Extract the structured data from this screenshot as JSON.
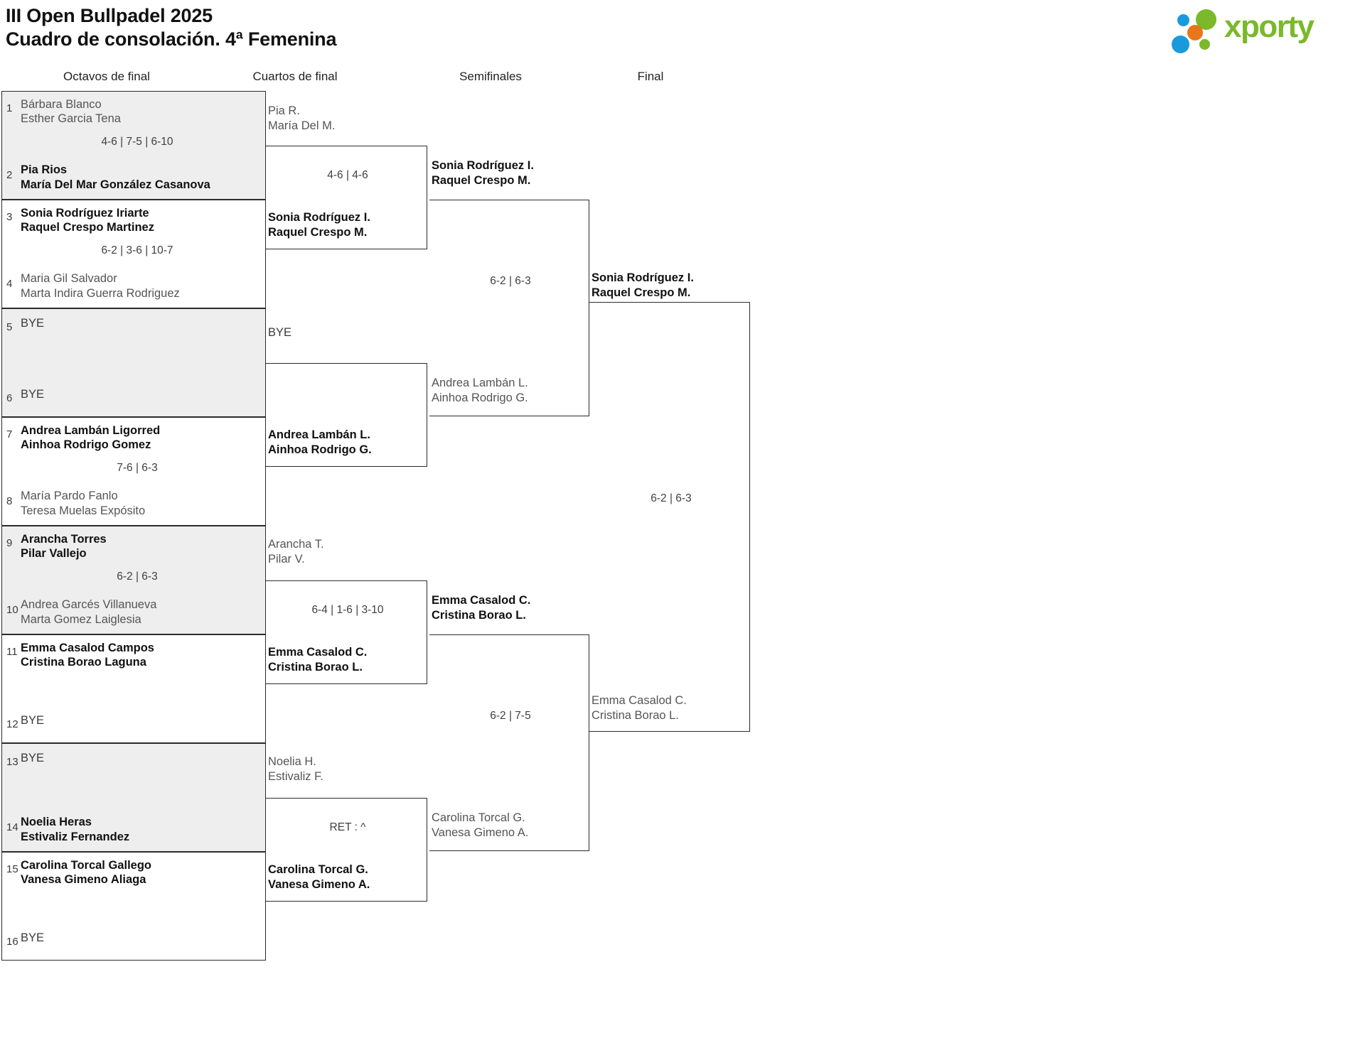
{
  "header": {
    "title_line1": "III Open Bullpadel 2025",
    "title_line2": "Cuadro de consolación. 4ª Femenina",
    "logo_text": "xporty",
    "logo_colors": {
      "green": "#7ab929",
      "blue": "#1a9ada",
      "orange": "#e8771a"
    }
  },
  "rounds": [
    {
      "label": "Octavos de final"
    },
    {
      "label": "Cuartos de final"
    },
    {
      "label": "Semifinales"
    },
    {
      "label": "Final"
    }
  ],
  "round1": {
    "entries": [
      {
        "seed": "1",
        "line1": "Bárbara Blanco",
        "line2": "Esther Garcia Tena",
        "status": "lose"
      },
      {
        "seed": "2",
        "line1": "Pia Rios",
        "line2": "María Del Mar González Casanova",
        "status": "win"
      },
      {
        "seed": "3",
        "line1": "Sonia Rodríguez Iriarte",
        "line2": "Raquel Crespo Martinez",
        "status": "win"
      },
      {
        "seed": "4",
        "line1": "Maria Gil Salvador",
        "line2": "Marta Indira Guerra Rodriguez",
        "status": "lose"
      },
      {
        "seed": "5",
        "line1": "BYE",
        "line2": "",
        "status": "bye"
      },
      {
        "seed": "6",
        "line1": "BYE",
        "line2": "",
        "status": "bye"
      },
      {
        "seed": "7",
        "line1": "Andrea Lambán Ligorred",
        "line2": "Ainhoa Rodrigo Gomez",
        "status": "win"
      },
      {
        "seed": "8",
        "line1": "María Pardo Fanlo",
        "line2": "Teresa Muelas Expósito",
        "status": "lose"
      },
      {
        "seed": "9",
        "line1": "Arancha Torres",
        "line2": "Pilar Vallejo",
        "status": "win"
      },
      {
        "seed": "10",
        "line1": "Andrea Garcés Villanueva",
        "line2": "Marta Gomez Laiglesia",
        "status": "lose"
      },
      {
        "seed": "11",
        "line1": "Emma Casalod Campos",
        "line2": "Cristina Borao Laguna",
        "status": "win"
      },
      {
        "seed": "12",
        "line1": "BYE",
        "line2": "",
        "status": "bye"
      },
      {
        "seed": "13",
        "line1": "BYE",
        "line2": "",
        "status": "bye"
      },
      {
        "seed": "14",
        "line1": "Noelia Heras",
        "line2": "Estivaliz Fernandez",
        "status": "win"
      },
      {
        "seed": "15",
        "line1": "Carolina Torcal Gallego",
        "line2": "Vanesa Gimeno Aliaga",
        "status": "win"
      },
      {
        "seed": "16",
        "line1": "BYE",
        "line2": "",
        "status": "bye"
      }
    ],
    "scores": [
      {
        "text": "4-6 | 7-5 | 6-10"
      },
      {
        "text": "6-2 | 3-6 | 10-7"
      },
      {
        "text": ""
      },
      {
        "text": "7-6 | 6-3"
      },
      {
        "text": "6-2 | 6-3"
      },
      {
        "text": ""
      },
      {
        "text": ""
      },
      {
        "text": ""
      }
    ]
  },
  "round2": {
    "matches": [
      {
        "top": {
          "line1": "Pia R.",
          "line2": "María Del M.",
          "status": "lose"
        },
        "score": "4-6 | 4-6",
        "bottom": {
          "line1": "Sonia Rodríguez I.",
          "line2": "Raquel Crespo M.",
          "status": "win"
        }
      },
      {
        "top": {
          "line1": "BYE",
          "line2": "",
          "status": "bye"
        },
        "score": "",
        "bottom": {
          "line1": "Andrea Lambán L.",
          "line2": "Ainhoa Rodrigo G.",
          "status": "win"
        }
      },
      {
        "top": {
          "line1": "Arancha T.",
          "line2": "Pilar V.",
          "status": "lose"
        },
        "score": "6-4 | 1-6 | 3-10",
        "bottom": {
          "line1": "Emma Casalod C.",
          "line2": "Cristina Borao L.",
          "status": "win"
        }
      },
      {
        "top": {
          "line1": "Noelia H.",
          "line2": "Estivaliz F.",
          "status": "lose"
        },
        "score": "RET : ^",
        "bottom": {
          "line1": "Carolina Torcal G.",
          "line2": "Vanesa Gimeno A.",
          "status": "win"
        }
      }
    ]
  },
  "round3": {
    "matches": [
      {
        "top": {
          "line1": "Sonia Rodríguez I.",
          "line2": "Raquel Crespo M.",
          "status": "win"
        },
        "score": "6-2 | 6-3",
        "bottom": {
          "line1": "Andrea Lambán L.",
          "line2": "Ainhoa Rodrigo G.",
          "status": "lose"
        }
      },
      {
        "top": {
          "line1": "Emma Casalod C.",
          "line2": "Cristina Borao L.",
          "status": "win"
        },
        "score": "6-2 | 7-5",
        "bottom": {
          "line1": "Carolina Torcal G.",
          "line2": "Vanesa Gimeno A.",
          "status": "lose"
        }
      }
    ]
  },
  "round4": {
    "matches": [
      {
        "top": {
          "line1": "Sonia Rodríguez I.",
          "line2": "Raquel Crespo M.",
          "status": "win"
        },
        "score": "6-2 | 6-3",
        "bottom": {
          "line1": "Emma Casalod C.",
          "line2": "Cristina Borao L.",
          "status": "lose"
        }
      }
    ]
  }
}
